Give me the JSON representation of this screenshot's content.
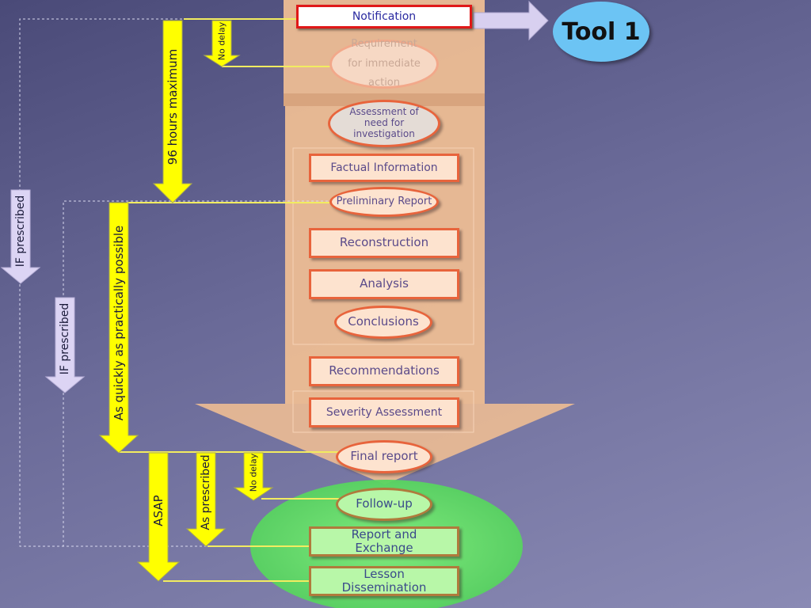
{
  "top": {
    "notification": "Notification",
    "tool": "Tool 1"
  },
  "steps": {
    "requirement": "Requirement for immediate action",
    "assessment": "Assessment of need for investigation",
    "factual": "Factual Information",
    "preliminary": "Preliminary Report",
    "reconstruction": "Reconstruction",
    "analysis": "Analysis",
    "conclusions": "Conclusions",
    "recommendations": "Recommendations",
    "severity": "Severity Assessment",
    "final_report": "Final report",
    "follow_up": "Follow-up",
    "report_exchange": "Report and Exchange",
    "lesson": "Lesson Dissemination"
  },
  "timing": {
    "no_delay_1": "No delay",
    "hours96": "96 hours maximum",
    "asap_long": "As quickly as practically possible",
    "if_prescribed_1": "IF prescribed",
    "if_prescribed_2": "IF prescribed",
    "asap": "ASAP",
    "as_prescribed": "As prescribed",
    "no_delay_2": "No delay"
  },
  "colors": {
    "timing_arrow": "#ffff00",
    "flow_arrow": "#edbd94",
    "box_border": "#e8643c",
    "box_fill": "#fde3cf",
    "green_zone": "#6ee06a",
    "tool_bubble": "#6cc4f4"
  }
}
